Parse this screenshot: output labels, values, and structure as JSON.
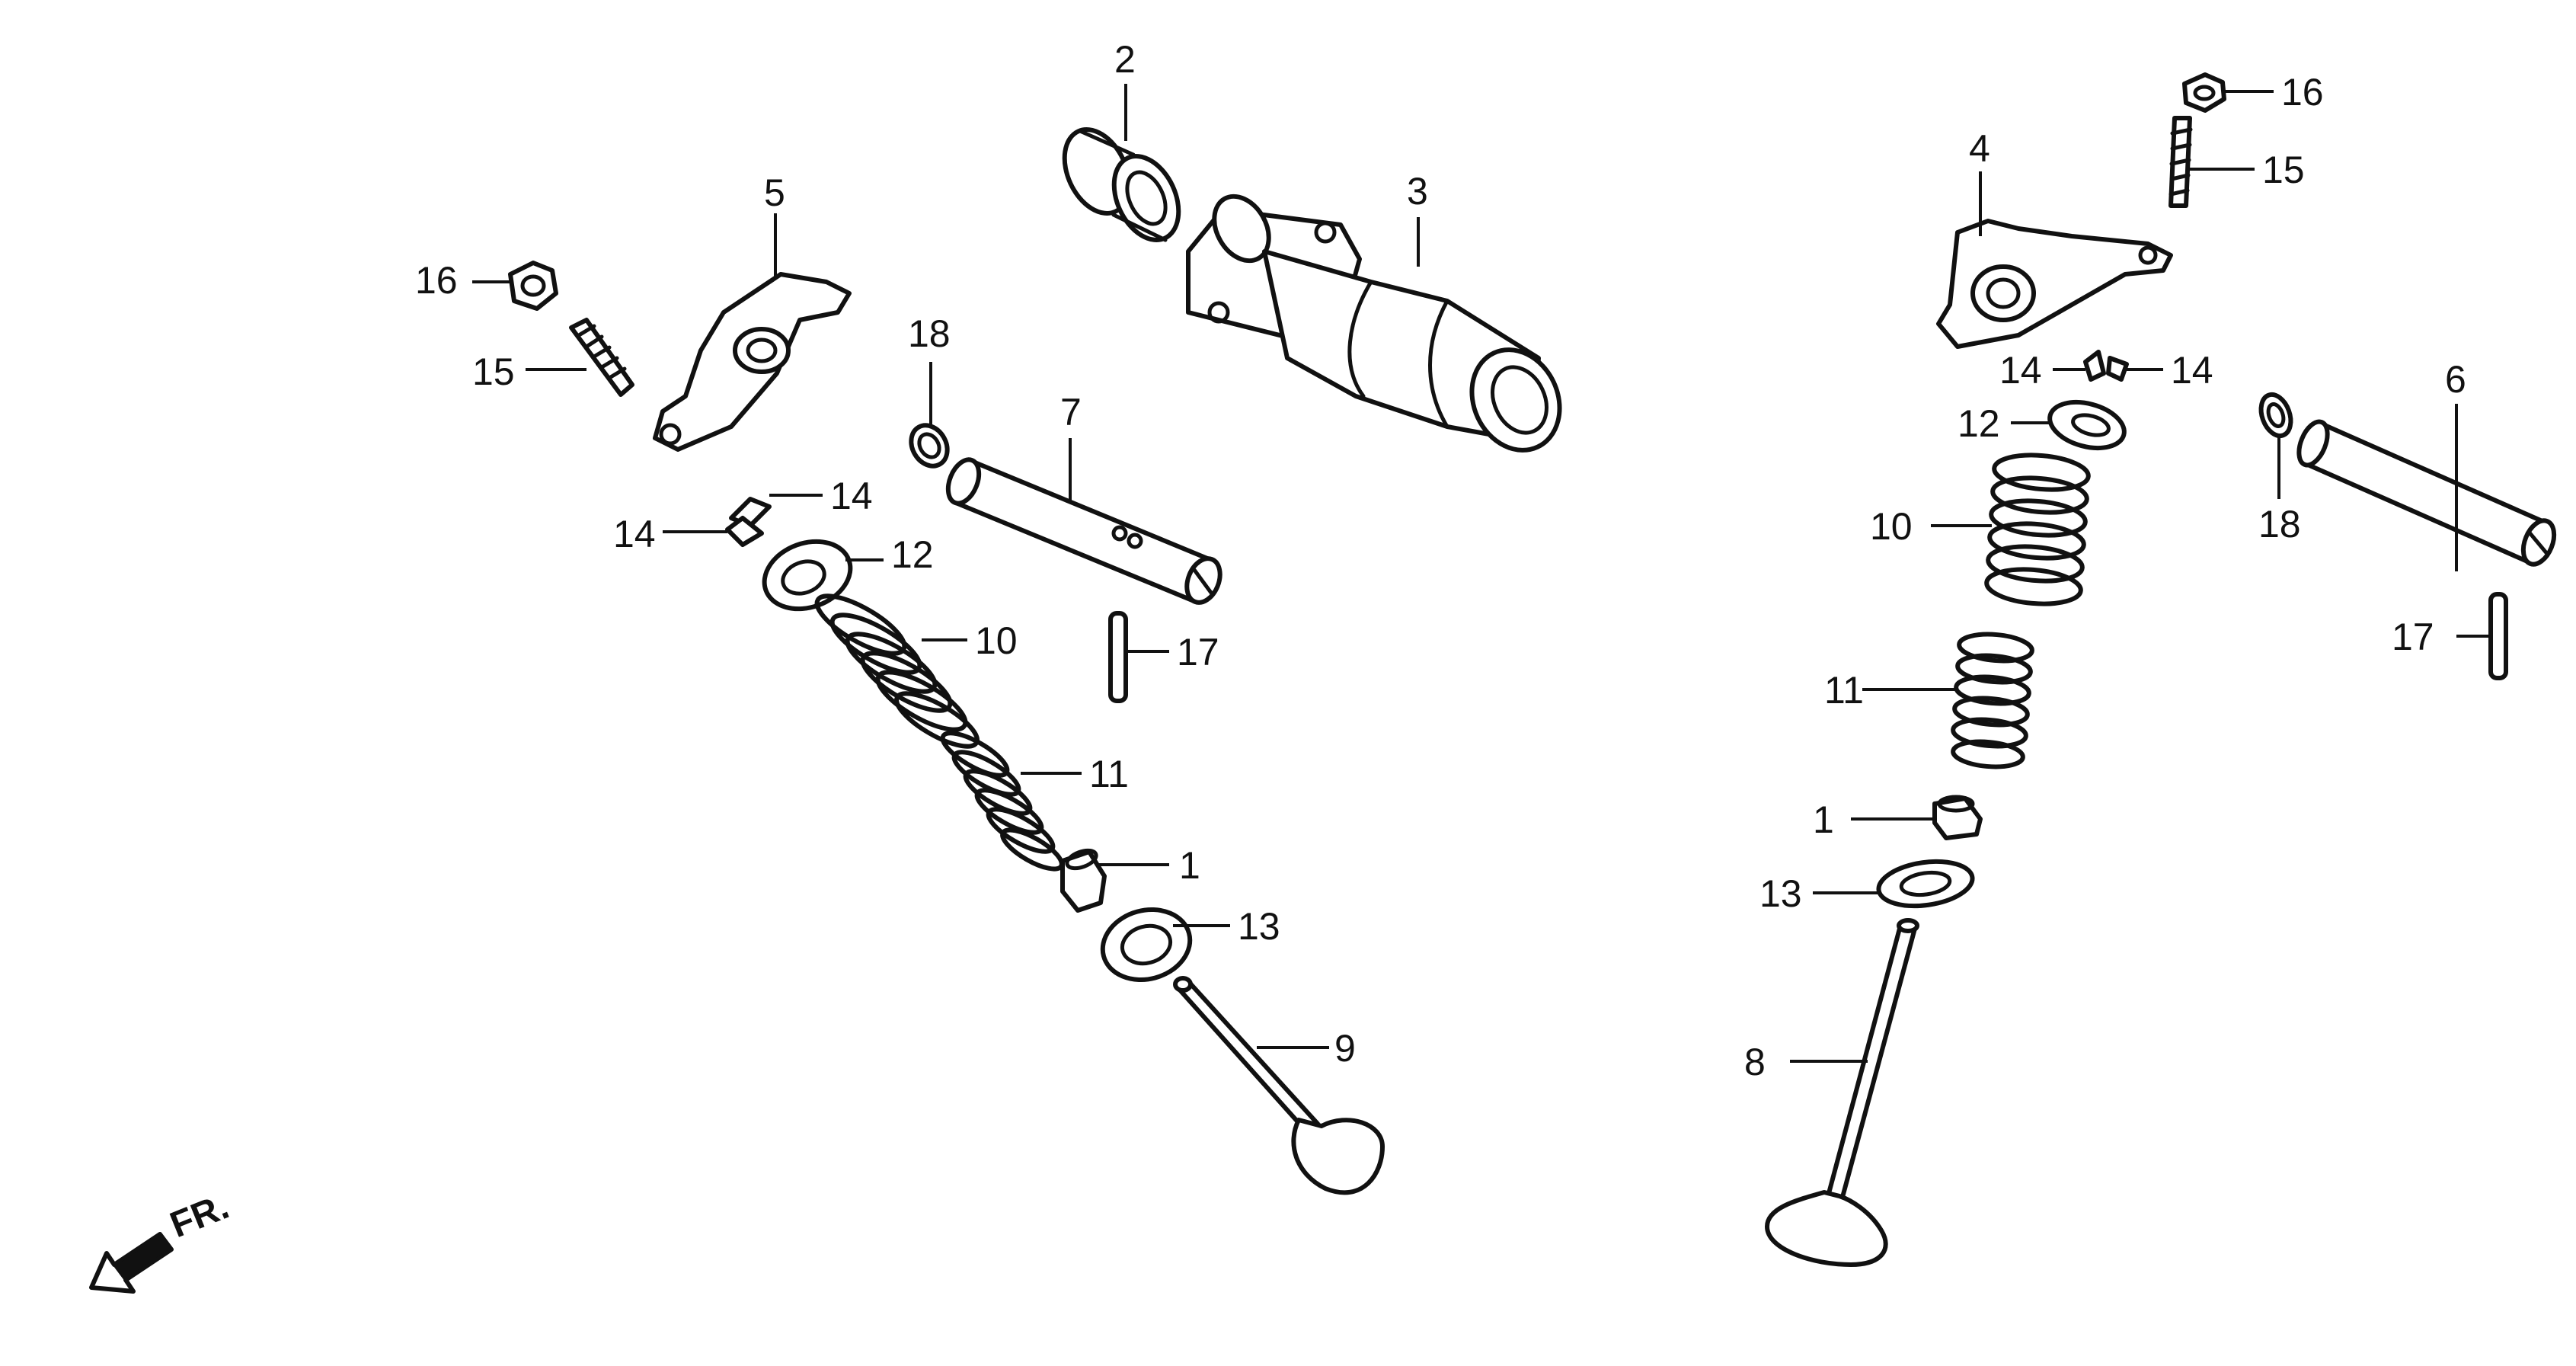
{
  "diagram": {
    "direction_label": "FR.",
    "colors": {
      "line": "#111111",
      "background": "#ffffff"
    },
    "callouts": [
      {
        "id": "c-2",
        "text": "2"
      },
      {
        "id": "c-3",
        "text": "3"
      },
      {
        "id": "c-5",
        "text": "5"
      },
      {
        "id": "c-16-left",
        "text": "16"
      },
      {
        "id": "c-15-left",
        "text": "15"
      },
      {
        "id": "c-18-left",
        "text": "18"
      },
      {
        "id": "c-7",
        "text": "7"
      },
      {
        "id": "c-14-left-a",
        "text": "14"
      },
      {
        "id": "c-14-left-b",
        "text": "14"
      },
      {
        "id": "c-12-left",
        "text": "12"
      },
      {
        "id": "c-10-left",
        "text": "10"
      },
      {
        "id": "c-17-left",
        "text": "17"
      },
      {
        "id": "c-11-left",
        "text": "11"
      },
      {
        "id": "c-1-left",
        "text": "1"
      },
      {
        "id": "c-13-left",
        "text": "13"
      },
      {
        "id": "c-9",
        "text": "9"
      },
      {
        "id": "c-16-right",
        "text": "16"
      },
      {
        "id": "c-15-right",
        "text": "15"
      },
      {
        "id": "c-4",
        "text": "4"
      },
      {
        "id": "c-14-right-a",
        "text": "14"
      },
      {
        "id": "c-14-right-b",
        "text": "14"
      },
      {
        "id": "c-12-right",
        "text": "12"
      },
      {
        "id": "c-6",
        "text": "6"
      },
      {
        "id": "c-18-right",
        "text": "18"
      },
      {
        "id": "c-10-right",
        "text": "10"
      },
      {
        "id": "c-17-right",
        "text": "17"
      },
      {
        "id": "c-11-right",
        "text": "11"
      },
      {
        "id": "c-1-right",
        "text": "1"
      },
      {
        "id": "c-13-right",
        "text": "13"
      },
      {
        "id": "c-8",
        "text": "8"
      }
    ]
  }
}
